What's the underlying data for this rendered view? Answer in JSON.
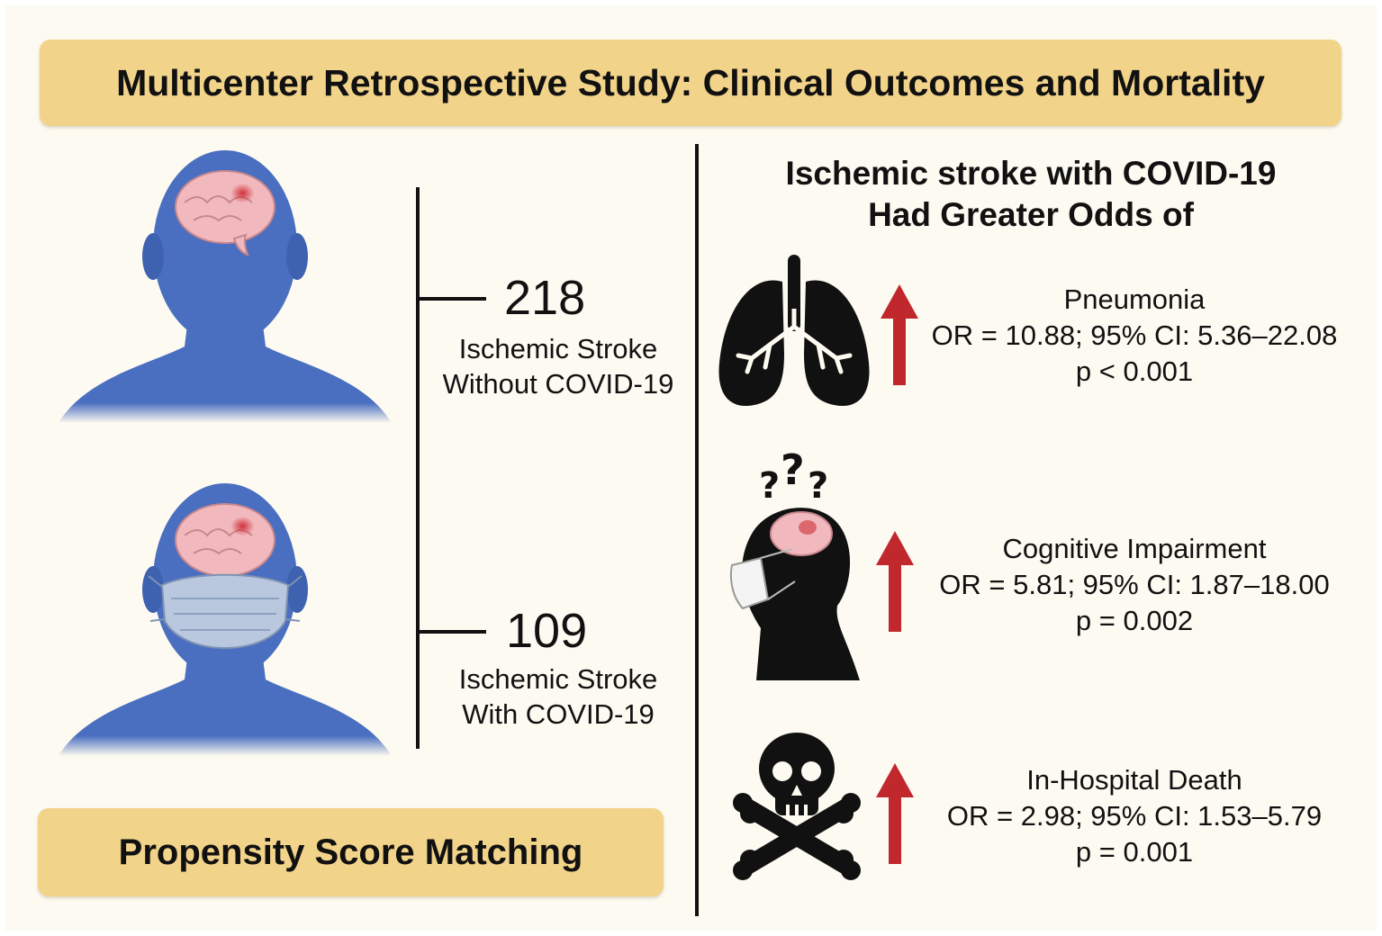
{
  "title": "Multicenter Retrospective Study: Clinical Outcomes and Mortality",
  "method": "Propensity Score Matching",
  "groups": [
    {
      "count": "218",
      "label_line1": "Ischemic Stroke",
      "label_line2": "Without COVID-19"
    },
    {
      "count": "109",
      "label_line1": "Ischemic Stroke",
      "label_line2": "With COVID-19"
    }
  ],
  "findings_heading": {
    "line1": "Ischemic stroke with COVID-19",
    "line2": "Had Greater Odds of"
  },
  "outcomes": [
    {
      "name": "Pneumonia",
      "or_text": "OR = 10.88; 95% CI: 5.36–22.08",
      "p_text": "p < 0.001",
      "icon": "lungs-icon"
    },
    {
      "name": "Cognitive Impairment",
      "or_text": "OR = 5.81; 95% CI: 1.87–18.00",
      "p_text": "p = 0.002",
      "icon": "confused-head-icon"
    },
    {
      "name": "In-Hospital Death",
      "or_text": "OR = 2.98; 95% CI: 1.53–5.79",
      "p_text": "p = 0.001",
      "icon": "skull-crossbones-icon"
    }
  ],
  "colors": {
    "banner": "#f2d38a",
    "background": "#fdfaf1",
    "person": "#4a6fc0",
    "arrow": "#c0282d",
    "brain": "#f1b9bd",
    "mask": "#b9c8de"
  }
}
